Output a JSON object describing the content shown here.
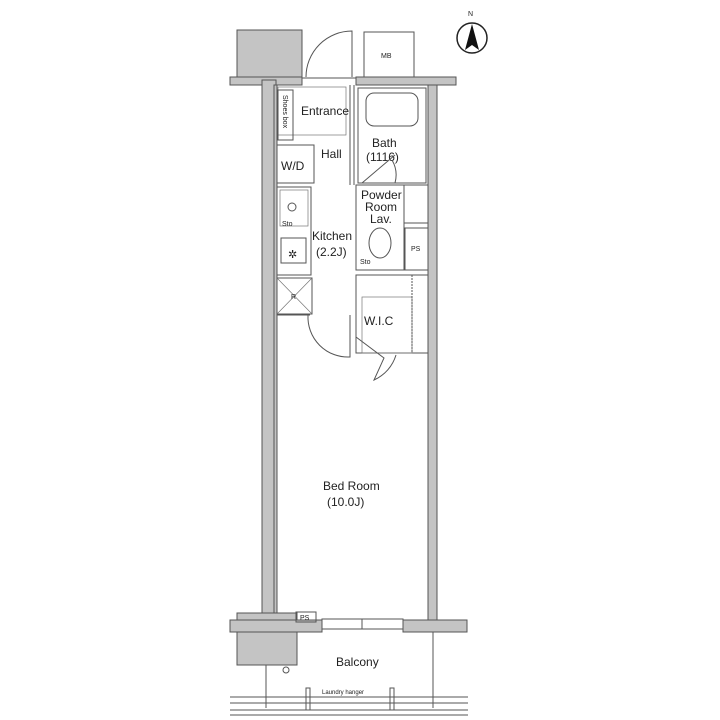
{
  "compass": {
    "label": "N"
  },
  "rooms": {
    "mb": "MB",
    "entrance": "Entrance",
    "shoes_box": "Shoes box",
    "hall": "Hall",
    "bath": "Bath",
    "bath_size": "(1116)",
    "wd": "W/D",
    "powder_room_1": "Powder",
    "powder_room_2": "Room",
    "lav": "Lav.",
    "kitchen": "Kitchen",
    "kitchen_size": "(2.2J)",
    "ps": "PS",
    "fridge": "R",
    "wic": "W.I.C",
    "bedroom": "Bed Room",
    "bedroom_size": "(10.0J)",
    "ps_bottom": "PS",
    "balcony": "Balcony",
    "laundry_hanger": "Laundry hanger",
    "sto1": "Sto",
    "sto2": "Sto"
  }
}
